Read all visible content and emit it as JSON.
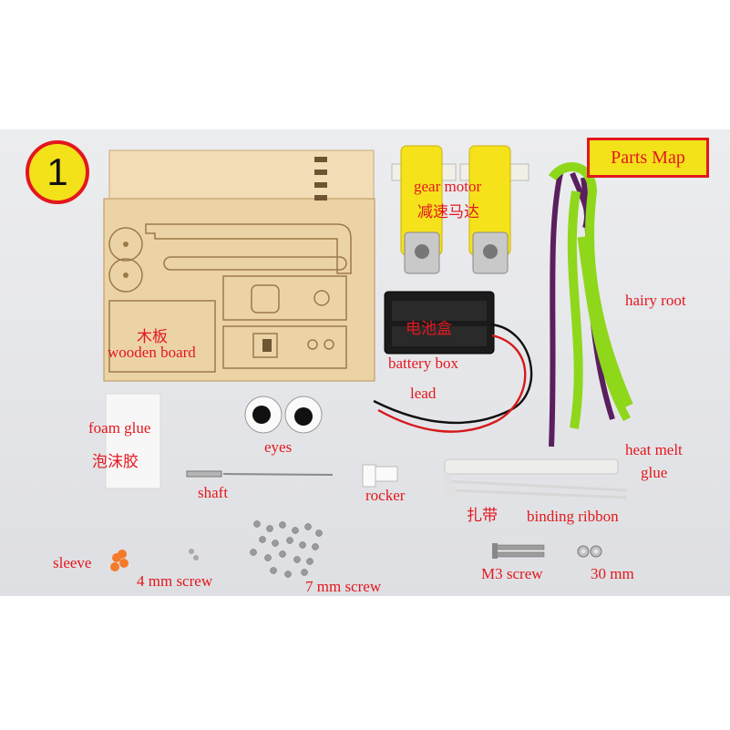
{
  "badge": {
    "number": "1"
  },
  "title": "Parts Map",
  "labels": {
    "gear_motor_en": "gear motor",
    "gear_motor_zh": "减速马达",
    "hairy_root": "hairy root",
    "wood_zh": "木板",
    "wood_en": "wooden board",
    "battery_zh": "电池盒",
    "battery_en": "battery box",
    "lead": "lead",
    "foam_glue_en": "foam glue",
    "foam_glue_zh": "泡沫胶",
    "eyes": "eyes",
    "heat_melt": "heat melt",
    "glue": "glue",
    "shaft": "shaft",
    "rocker": "rocker",
    "tie_zh": "扎带",
    "binding_ribbon": "binding ribbon",
    "sleeve": "sleeve",
    "screw_4mm": "4 mm screw",
    "screw_7mm": "7 mm screw",
    "m3_screw": "M3 screw",
    "mm30": "30 mm"
  },
  "colors": {
    "label_red": "#e3171e",
    "badge_yellow": "#f3e11a",
    "wood": "#ecd3a6",
    "motor_yellow": "#f6e21b",
    "pipe_green": "#8ed71b",
    "pipe_purple": "#5a1f5e",
    "sleeve_orange": "#f47a2a"
  }
}
